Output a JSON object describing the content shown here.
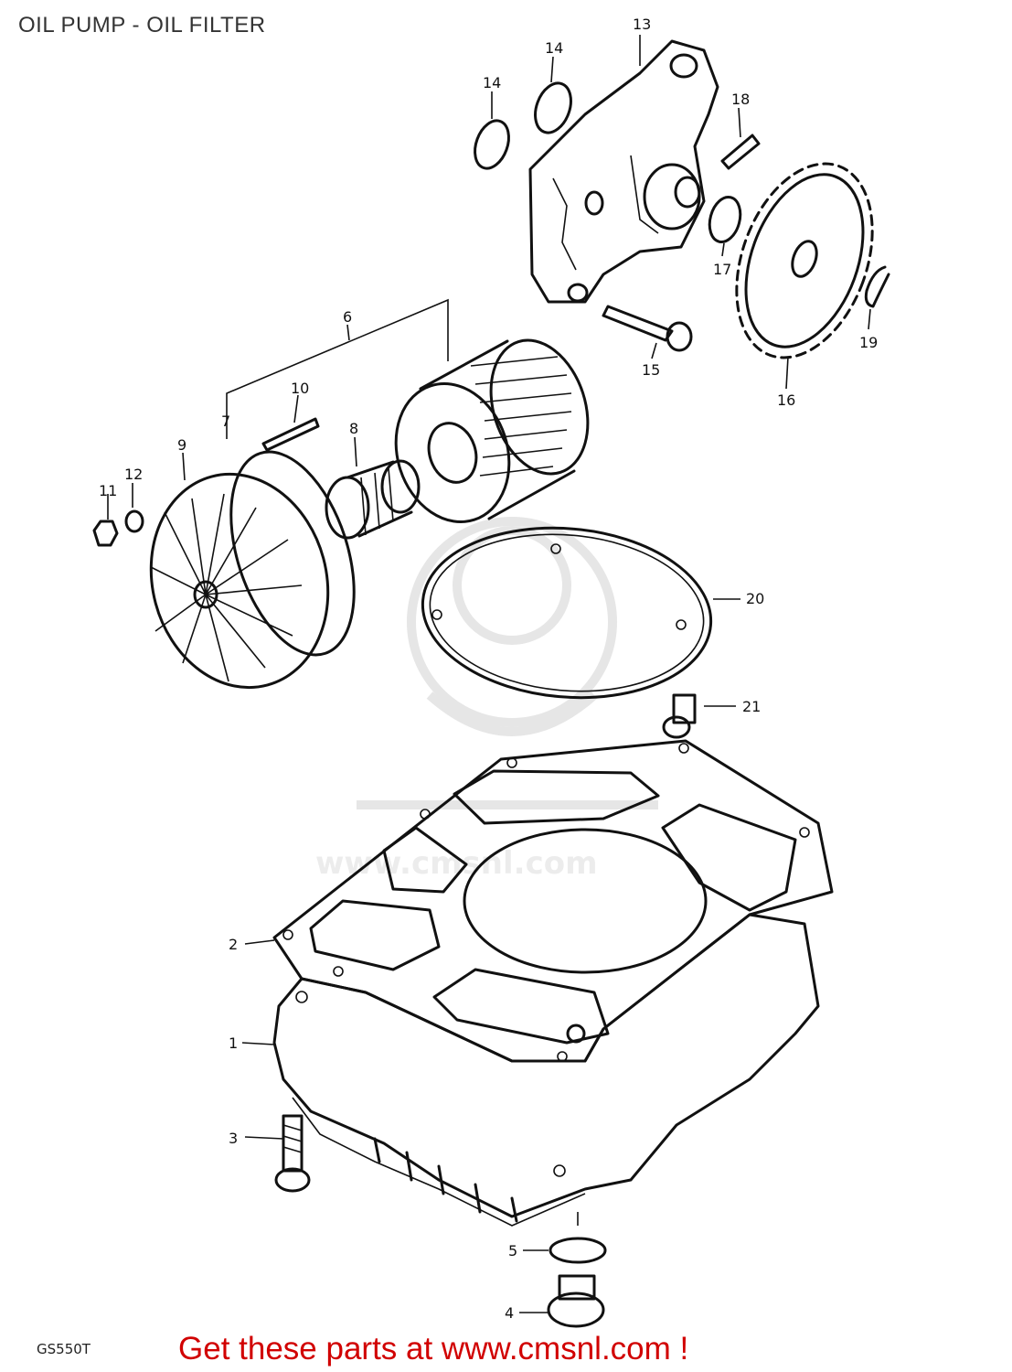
{
  "title": "OIL PUMP - OIL FILTER",
  "model_code": "GS550T",
  "cta_text": "Get these parts at www.cmsnl.com !",
  "watermark_text": "www.cmsnl.com",
  "callouts": {
    "p1": "1",
    "p2": "2",
    "p3": "3",
    "p4": "4",
    "p5": "5",
    "p6": "6",
    "p7": "7",
    "p8": "8",
    "p9": "9",
    "p10": "10",
    "p11": "11",
    "p12": "12",
    "p13": "13",
    "p14a": "14",
    "p14b": "14",
    "p15": "15",
    "p16": "16",
    "p17": "17",
    "p18": "18",
    "p19": "19",
    "p20": "20",
    "p21": "21"
  },
  "colors": {
    "line": "#111111",
    "cta": "#d10000",
    "title": "#333333",
    "watermark": "#e6e6e6"
  }
}
